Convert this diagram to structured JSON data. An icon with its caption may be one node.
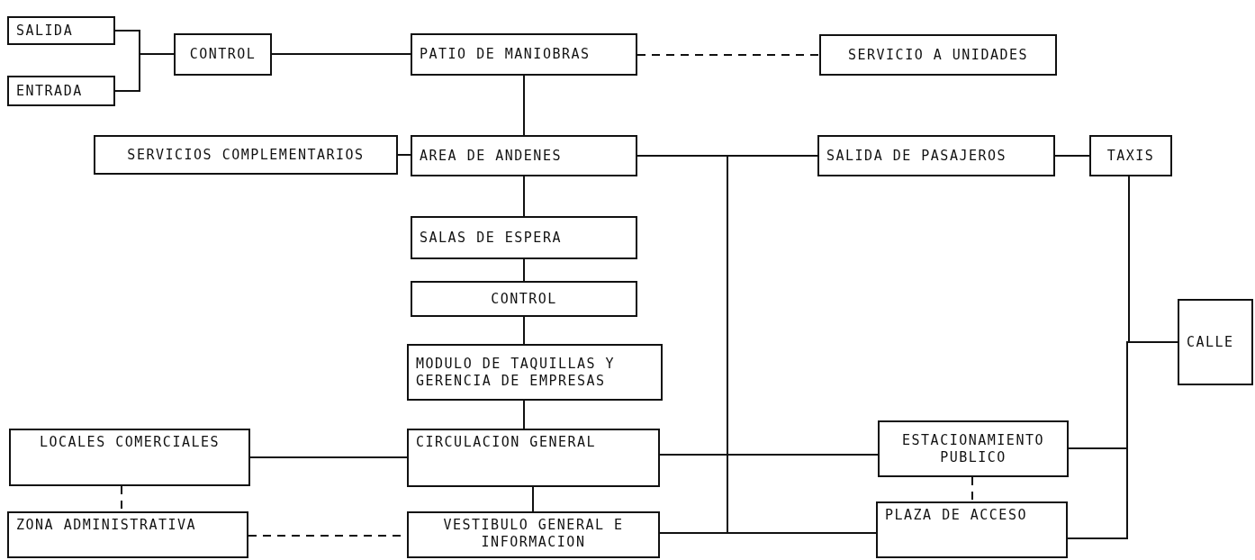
{
  "diagram": {
    "nodes": [
      {
        "text": [
          "SALIDA"
        ]
      },
      {
        "text": [
          "ENTRADA"
        ]
      },
      {
        "text": [
          "CONTROL"
        ]
      },
      {
        "text": [
          "PATIO DE MANIOBRAS"
        ]
      },
      {
        "text": [
          "SERVICIO A UNIDADES"
        ]
      },
      {
        "text": [
          "SERVICIOS COMPLEMENTARIOS"
        ]
      },
      {
        "text": [
          "AREA DE  ANDENES"
        ]
      },
      {
        "text": [
          "SALIDA DE PASAJEROS"
        ]
      },
      {
        "text": [
          "TAXIS"
        ]
      },
      {
        "text": [
          "SALAS DE ESPERA"
        ]
      },
      {
        "text": [
          "CONTROL"
        ]
      },
      {
        "text": [
          "MODULO DE TAQUILLAS Y GERENCIA DE EMPRESAS"
        ]
      },
      {
        "text": [
          "CALLE"
        ]
      },
      {
        "text": [
          "LOCALES COMERCIALES"
        ]
      },
      {
        "text": [
          "CIRCULACION GENERAL"
        ]
      },
      {
        "text": [
          "ESTACIONAMIENTO PUBLICO"
        ]
      },
      {
        "text": [
          "ZONA ADMINISTRATIVA"
        ]
      },
      {
        "text": [
          "VESTIBULO GENERAL E INFORMACION"
        ]
      },
      {
        "text": [
          "PLAZA DE ACCESO"
        ]
      }
    ],
    "edges": [
      {
        "from": 0,
        "to": 2,
        "arrow": "none"
      },
      {
        "from": 1,
        "to": 2,
        "arrow": "none"
      },
      {
        "from": 2,
        "to": 3,
        "arrow": "none"
      },
      {
        "from": 3,
        "to": 4,
        "arrow": "none",
        "style": "dashed"
      },
      {
        "from": 3,
        "to": 6,
        "arrow": "none"
      },
      {
        "from": 5,
        "to": 6,
        "arrow": "none"
      },
      {
        "from": 6,
        "to": 7,
        "arrow": "none"
      },
      {
        "from": 7,
        "to": 8,
        "arrow": "none"
      },
      {
        "from": 6,
        "to": 9,
        "arrow": "none"
      },
      {
        "from": 9,
        "to": 10,
        "arrow": "none"
      },
      {
        "from": 10,
        "to": 11,
        "arrow": "none"
      },
      {
        "from": 11,
        "to": 14,
        "arrow": "none"
      },
      {
        "from": 13,
        "to": 14,
        "arrow": "none"
      },
      {
        "from": 14,
        "to": 15,
        "arrow": "none"
      },
      {
        "from": 13,
        "to": 16,
        "arrow": "none",
        "style": "dashed"
      },
      {
        "from": 16,
        "to": 17,
        "arrow": "none",
        "style": "dashed"
      },
      {
        "from": 14,
        "to": 17,
        "arrow": "none"
      },
      {
        "from": 17,
        "to": 18,
        "arrow": "none"
      },
      {
        "from": 6,
        "to": 17,
        "arrow": "none"
      },
      {
        "from": 15,
        "to": 18,
        "arrow": "none",
        "style": "dashed"
      },
      {
        "from": 8,
        "to": 12,
        "arrow": "none"
      },
      {
        "from": 15,
        "to": 12,
        "arrow": "none"
      },
      {
        "from": 18,
        "to": 12,
        "arrow": "none"
      }
    ]
  }
}
